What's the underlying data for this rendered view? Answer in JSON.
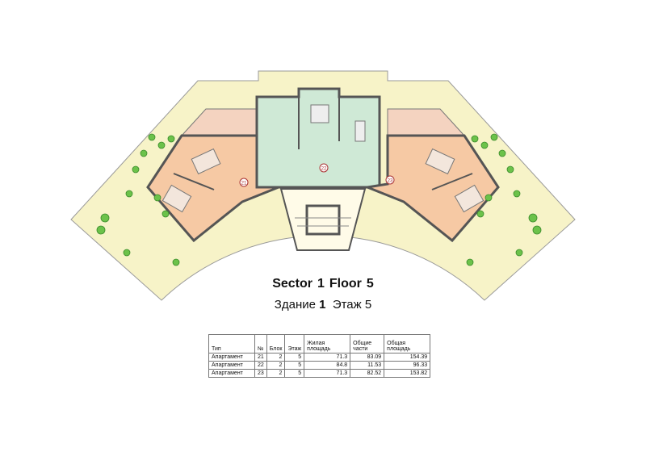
{
  "title": {
    "sector_label": "Sector",
    "sector_num": "1",
    "floor_label": "Floor",
    "floor_num": "5"
  },
  "subtitle": {
    "building_label": "Здание",
    "building_num": "1",
    "floor_label": "Этаж",
    "floor_num": "5"
  },
  "plan": {
    "apartments": [
      "21",
      "22",
      "23"
    ],
    "colors": {
      "terrace": "#f7f3c8",
      "apartment_side": "#f6c9a4",
      "apartment_center": "#cfe9d6",
      "balcony": "#f4d3c0",
      "wall": "#555555",
      "tree": "#6cc24a"
    }
  },
  "table": {
    "headers": [
      "Тип",
      "№",
      "Блок",
      "Этаж",
      "Жилая площадь",
      "Общие части",
      "Общая площадь"
    ],
    "rows": [
      [
        "Апартамент",
        "21",
        "2",
        "5",
        "71.3",
        "83.09",
        "154.39"
      ],
      [
        "Апартамент",
        "22",
        "2",
        "5",
        "84.8",
        "11.53",
        "96.33"
      ],
      [
        "Апартамент",
        "23",
        "2",
        "5",
        "71.3",
        "82.52",
        "153.82"
      ]
    ]
  }
}
